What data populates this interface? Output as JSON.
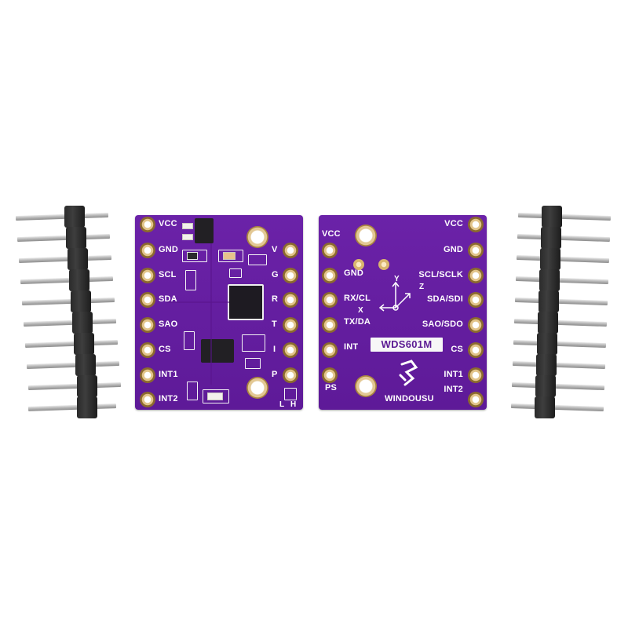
{
  "left_board": {
    "left_labels": [
      "VCC",
      "GND",
      "SCL",
      "SDA",
      "SAO",
      "CS",
      "INT1",
      "INT2"
    ],
    "right_labels": [
      "V",
      "G",
      "R",
      "T",
      "I",
      "P"
    ],
    "corner_labels": [
      "L",
      "H"
    ]
  },
  "right_board": {
    "left_labels": [
      "VCC",
      "GND",
      "RX/CL",
      "TX/DA",
      "INT",
      "PS"
    ],
    "right_labels": [
      "VCC",
      "GND",
      "SCL/SCLK",
      "SDA/SDI",
      "SAO/SDO",
      "CS",
      "INT1",
      "INT2"
    ],
    "axis_labels": {
      "y": "Y",
      "z": "Z",
      "x": "X"
    },
    "model": "WDS601M",
    "brand": "WINDOUSU"
  },
  "colors": {
    "pcb": "#5e1a98",
    "silkscreen": "#ffffff",
    "header_plastic": "#2a2a2a",
    "pins": "#c0c0c0"
  },
  "header_pin_count": 10
}
